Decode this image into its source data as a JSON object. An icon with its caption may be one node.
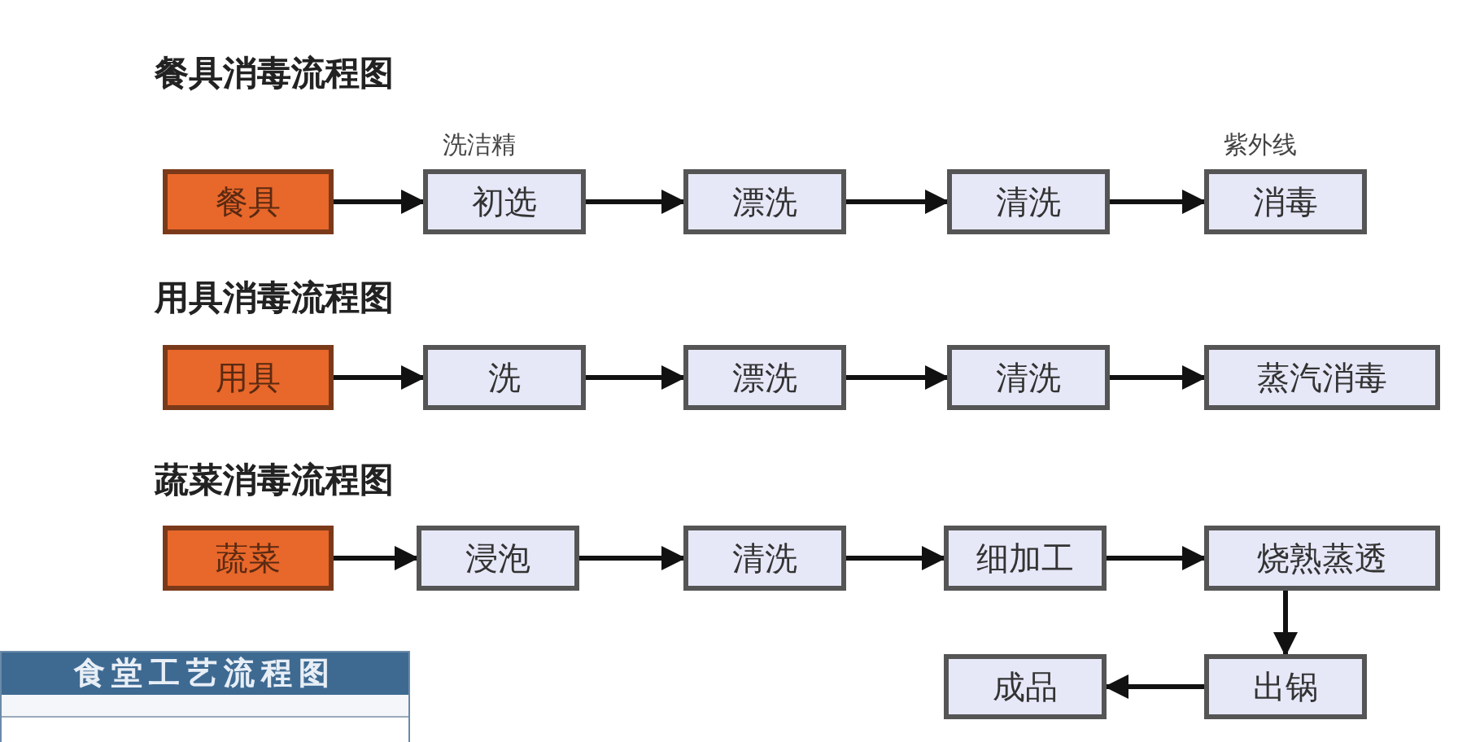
{
  "diagram": {
    "nodes": [
      {
        "text": [
          "餐具"
        ]
      },
      {
        "text": [
          "初选"
        ],
        "beside": [
          "洗洁精"
        ]
      },
      {
        "text": [
          "漂洗"
        ]
      },
      {
        "text": [
          "清洗"
        ]
      },
      {
        "text": [
          "消毒"
        ],
        "beside": [
          "紫外线"
        ]
      },
      {
        "text": [
          "用具"
        ]
      },
      {
        "text": [
          "洗"
        ]
      },
      {
        "text": [
          "漂洗"
        ]
      },
      {
        "text": [
          "清洗"
        ]
      },
      {
        "text": [
          "蒸汽消毒"
        ]
      },
      {
        "text": [
          "蔬菜"
        ]
      },
      {
        "text": [
          "浸泡"
        ]
      },
      {
        "text": [
          "清洗"
        ]
      },
      {
        "text": [
          "细加工"
        ]
      },
      {
        "text": [
          "烧熟蒸透"
        ]
      },
      {
        "text": [
          "出锅"
        ]
      },
      {
        "text": [
          "成品"
        ]
      }
    ],
    "edges": [
      {
        "from": 0,
        "to": 1,
        "arrow": "to"
      },
      {
        "from": 1,
        "to": 2,
        "arrow": "to"
      },
      {
        "from": 2,
        "to": 3,
        "arrow": "to"
      },
      {
        "from": 3,
        "to": 4,
        "arrow": "to"
      },
      {
        "from": 5,
        "to": 6,
        "arrow": "to"
      },
      {
        "from": 6,
        "to": 7,
        "arrow": "to"
      },
      {
        "from": 7,
        "to": 8,
        "arrow": "to"
      },
      {
        "from": 8,
        "to": 9,
        "arrow": "to"
      },
      {
        "from": 10,
        "to": 11,
        "arrow": "to"
      },
      {
        "from": 11,
        "to": 12,
        "arrow": "to"
      },
      {
        "from": 12,
        "to": 13,
        "arrow": "to"
      },
      {
        "from": 13,
        "to": 14,
        "arrow": "to"
      },
      {
        "from": 14,
        "to": 15,
        "arrow": "to"
      },
      {
        "from": 15,
        "to": 16,
        "arrow": "to"
      }
    ],
    "labels": [
      "餐具消毒流程图",
      "用具消毒流程图",
      "蔬菜消毒流程图",
      "食堂工艺流程图"
    ]
  }
}
